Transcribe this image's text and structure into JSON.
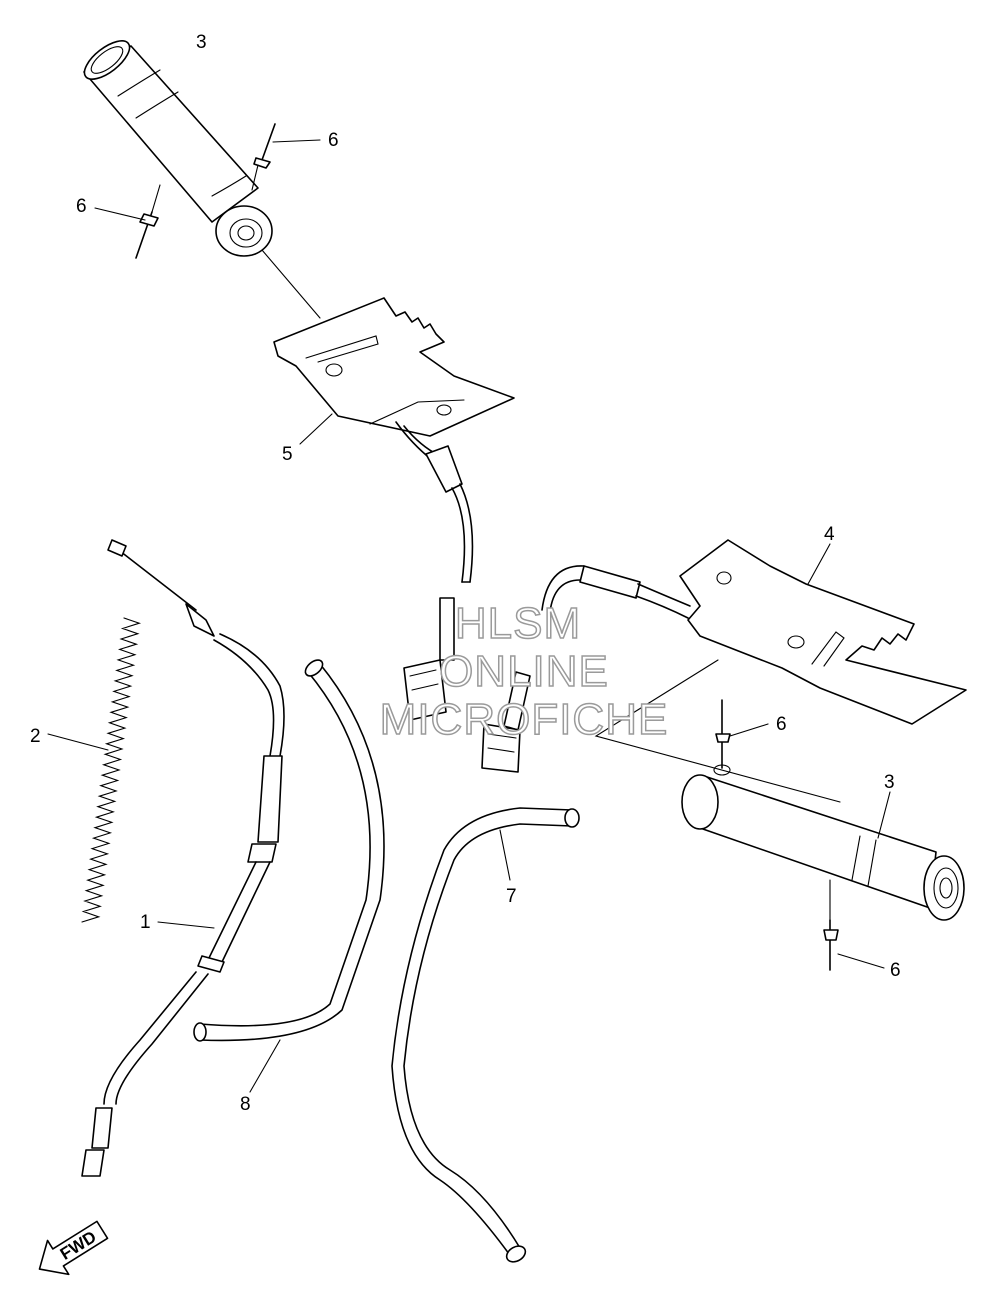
{
  "labels": {
    "part_1": "1",
    "part_2": "2",
    "part_3_top": "3",
    "part_3_bottom": "3",
    "part_4": "4",
    "part_5": "5",
    "part_6_a": "6",
    "part_6_b": "6",
    "part_6_c": "6",
    "part_6_d": "6",
    "part_7": "7",
    "part_8": "8"
  },
  "watermark": {
    "line1": "HLSM",
    "line2": "ONLINE",
    "line3": "MICROFICHE"
  },
  "fwd": "FWD"
}
